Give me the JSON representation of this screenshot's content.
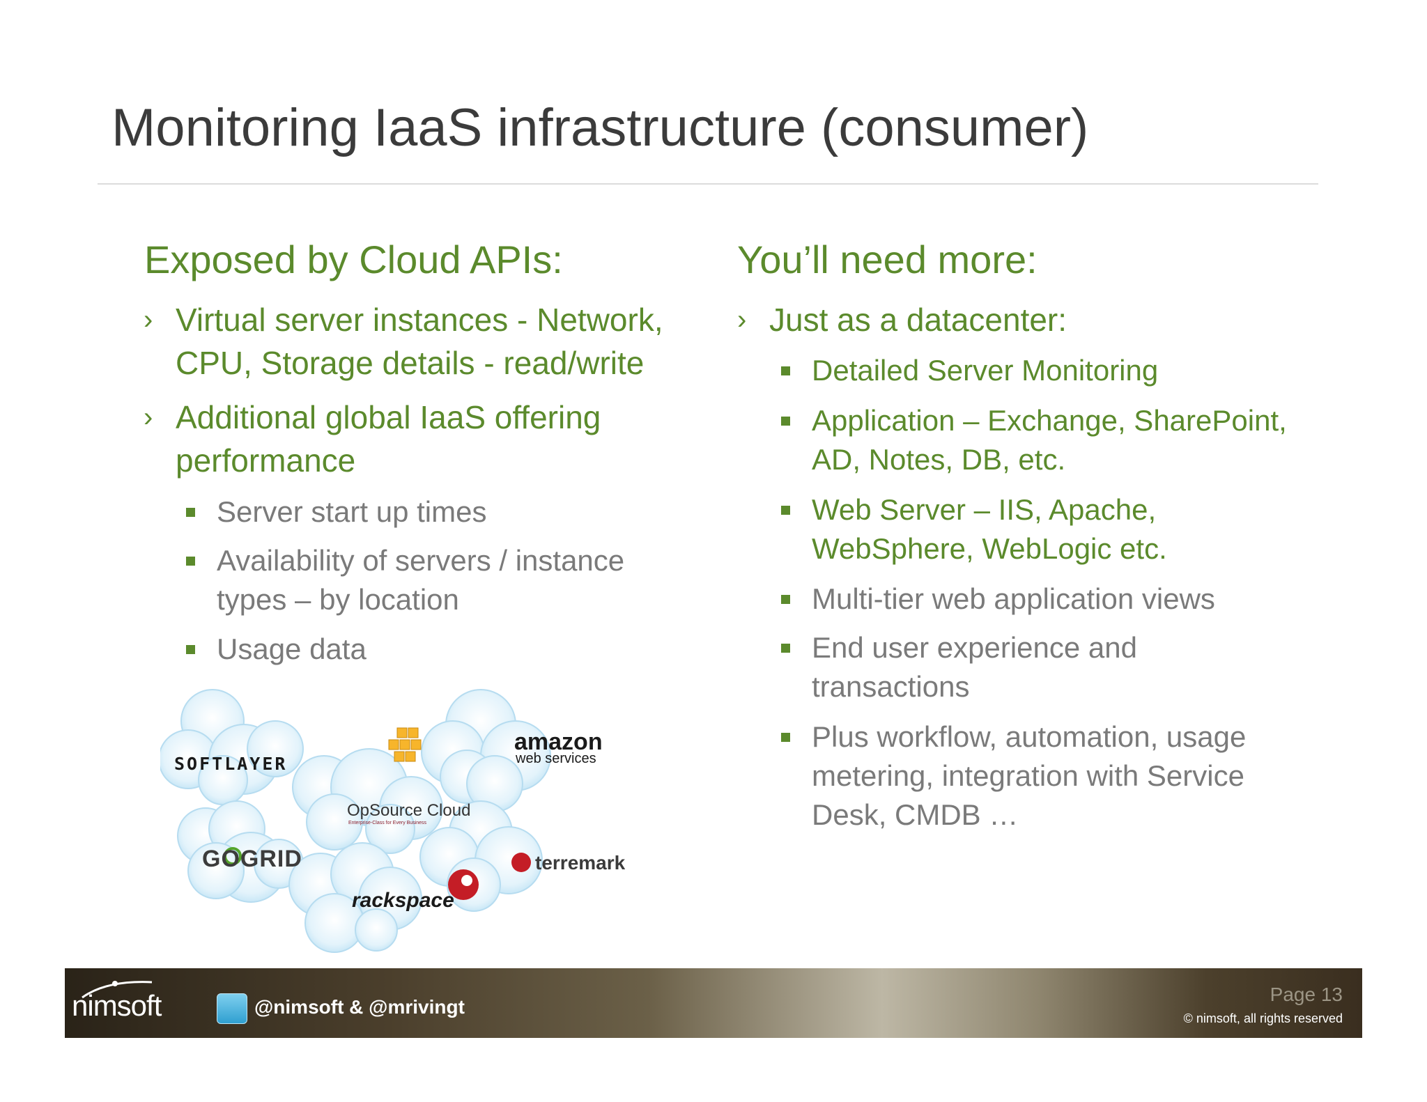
{
  "title": "Monitoring IaaS infrastructure (consumer)",
  "left": {
    "heading": "Exposed by Cloud APIs:",
    "bullets": [
      {
        "lines": [
          "Virtual server instances - Network,",
          "CPU, Storage details - read/write"
        ]
      },
      {
        "lines": [
          "Additional global IaaS offering",
          "performance"
        ]
      }
    ],
    "sub_bullets": [
      {
        "lines": [
          "Server start up times"
        ]
      },
      {
        "lines": [
          "Availability of servers / instance",
          "types – by location"
        ]
      },
      {
        "lines": [
          "Usage data"
        ]
      }
    ]
  },
  "right": {
    "heading": "You’ll need more:",
    "bullet": "Just as a datacenter:",
    "sub_bullets": [
      {
        "lines": [
          "Detailed Server Monitoring"
        ]
      },
      {
        "lines": [
          "Application – Exchange, SharePoint,",
          "AD, Notes, DB, etc."
        ]
      },
      {
        "lines": [
          "Web Server – IIS, Apache,",
          "WebSphere, WebLogic etc."
        ]
      },
      {
        "lines": [
          "Multi-tier web application views"
        ]
      },
      {
        "lines": [
          "End user experience and",
          "transactions"
        ]
      },
      {
        "lines": [
          "Plus workflow, automation, usage",
          "metering, integration with Service",
          "Desk, CMDB …"
        ]
      }
    ]
  },
  "logos": {
    "softlayer": "SOFTLAYER",
    "amazon_1": "amazon",
    "amazon_2": "web services",
    "opsource": "OpSource Cloud",
    "opsource_tag": "Enterprise-Class for Every Business",
    "gogrid": "GOGRID",
    "terremark": "terremark",
    "rackspace": "rackspace"
  },
  "footer": {
    "brand": "nimsoft",
    "handles": "@nimsoft   &  @mrivingt",
    "page": "Page 13",
    "copyright": "© nimsoft, all rights reserved"
  },
  "colors": {
    "accent_green": "#5b8a2c",
    "grey_text": "#7a7a7a",
    "title_text": "#3b3b3b"
  }
}
